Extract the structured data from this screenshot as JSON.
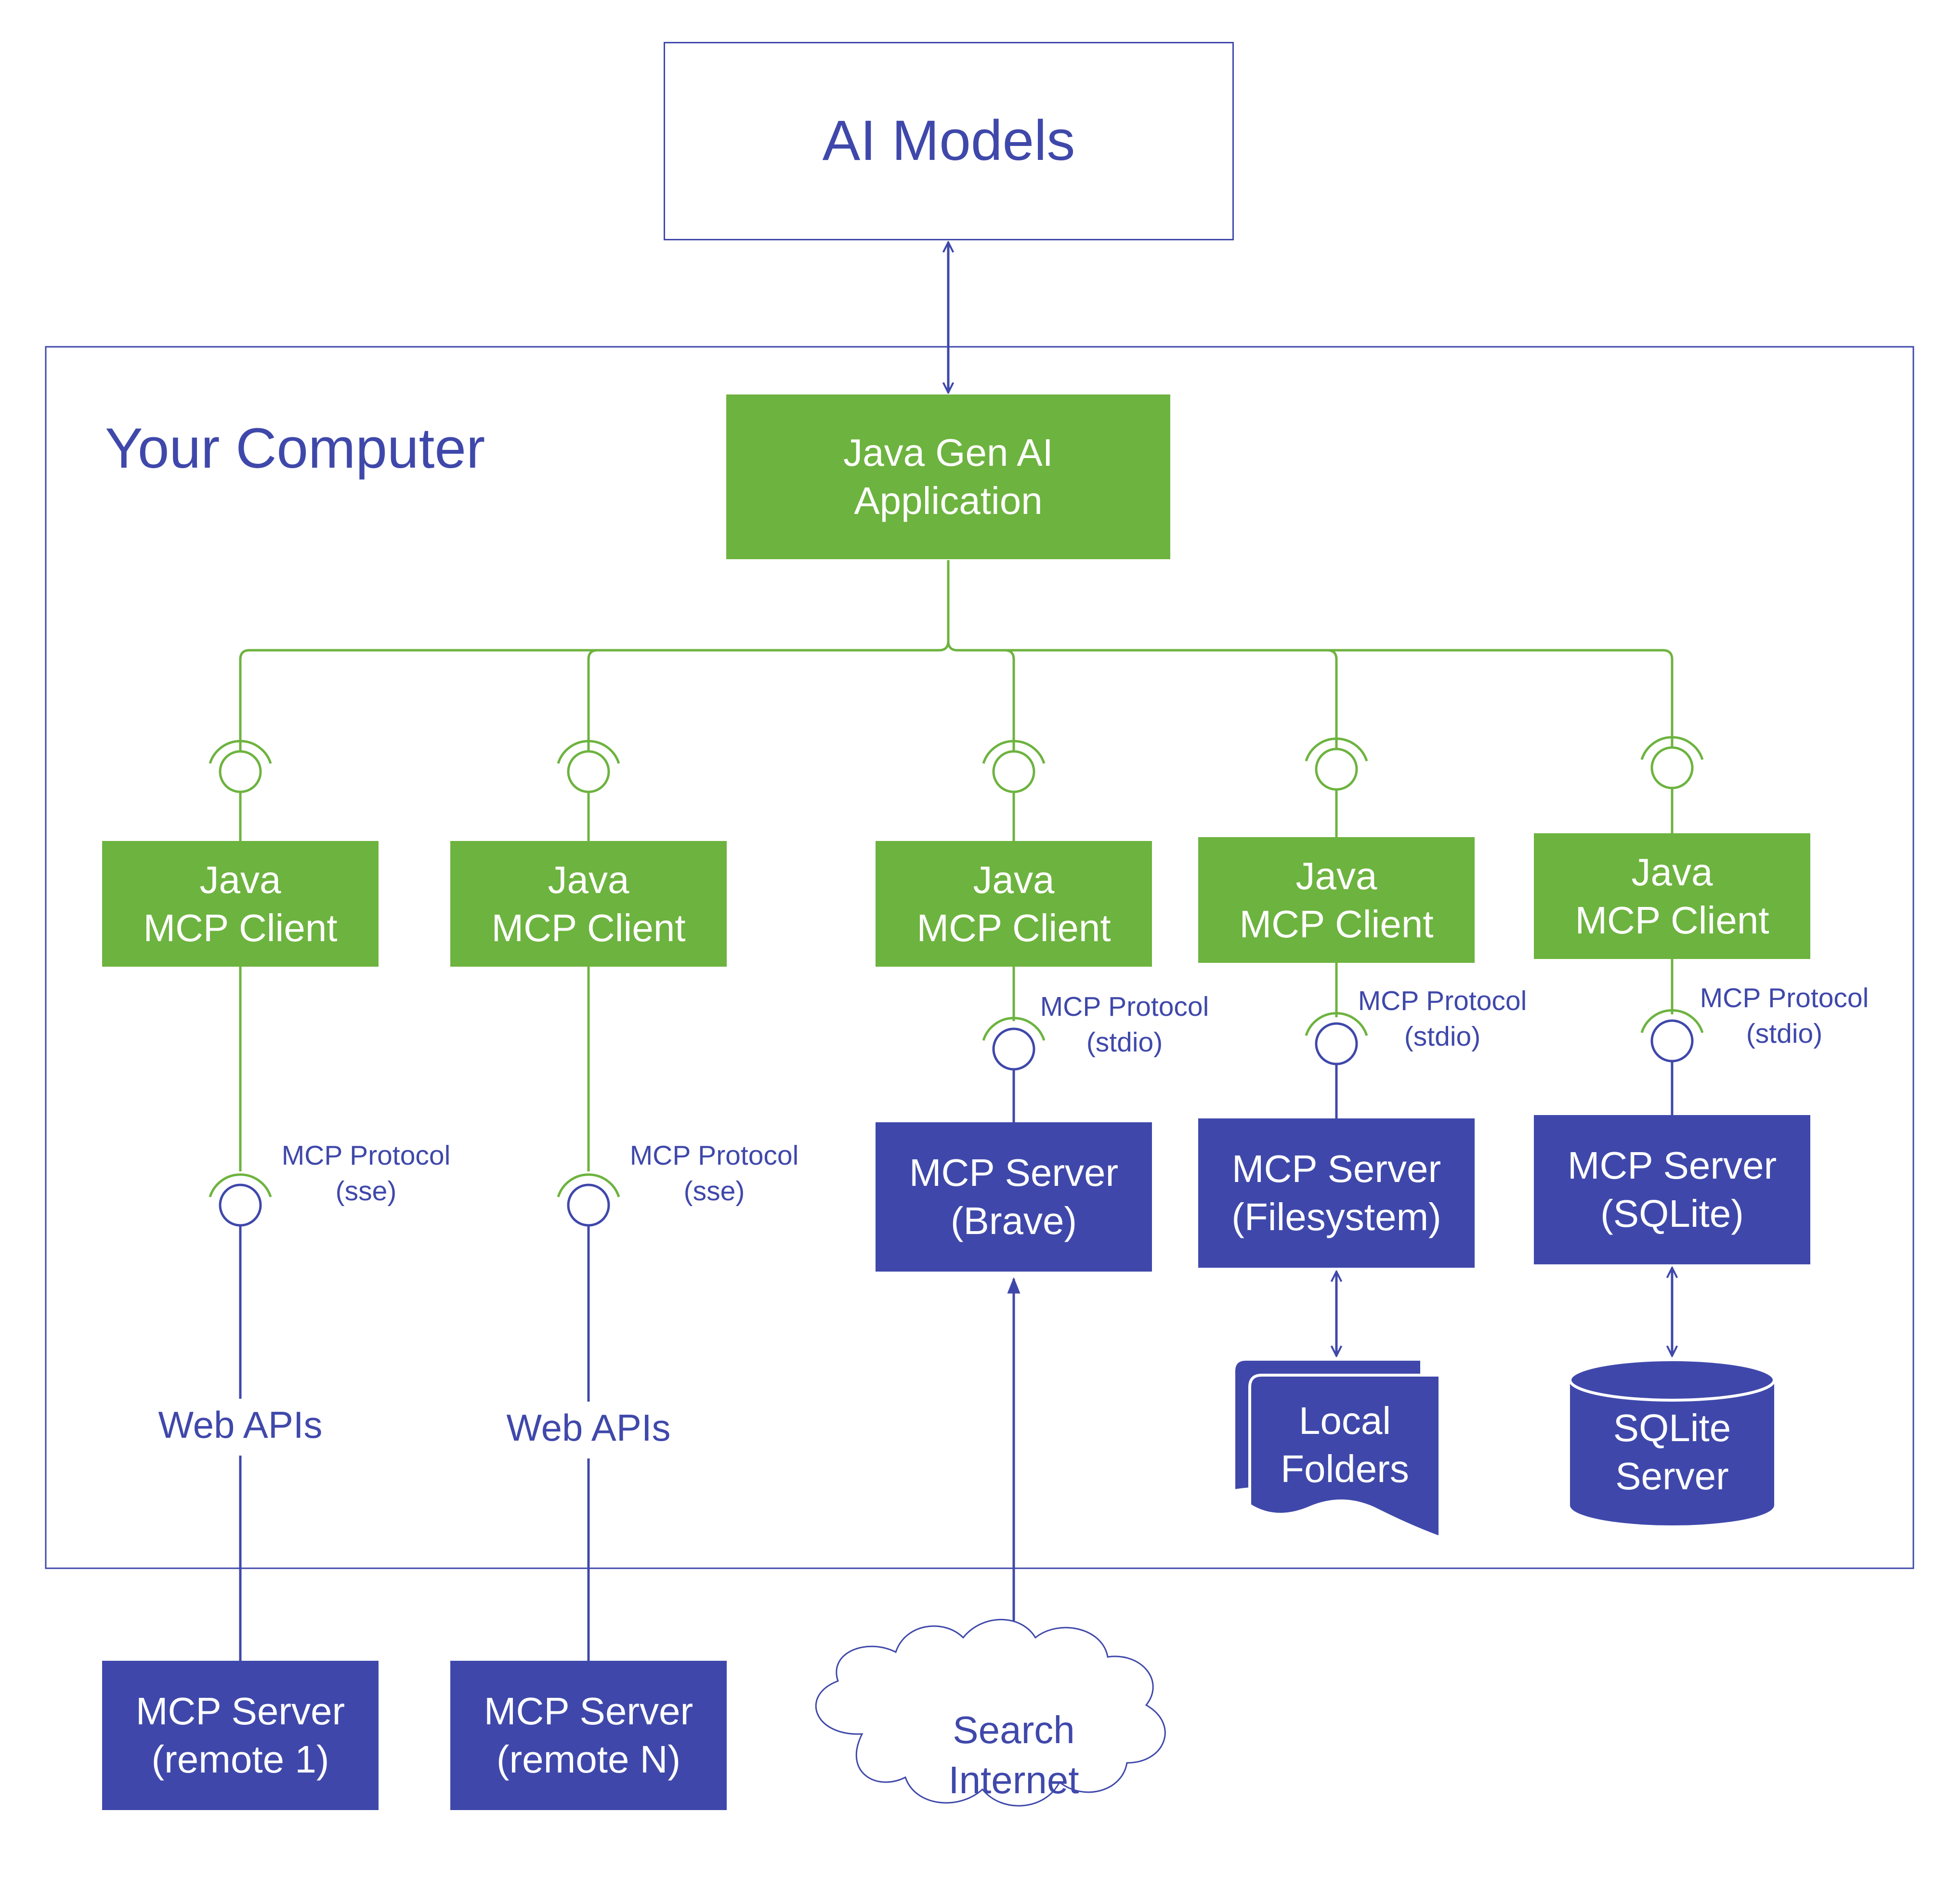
{
  "colors": {
    "accent_blue": "#3f48aa",
    "accent_green": "#6db33f",
    "background": "#ffffff"
  },
  "ai_models": {
    "title": "AI Models"
  },
  "computer": {
    "title": "Your Computer"
  },
  "app": {
    "line1": "Java Gen AI",
    "line2": "Application"
  },
  "clients": [
    {
      "line1": "Java",
      "line2": "MCP Client"
    },
    {
      "line1": "Java",
      "line2": "MCP Client"
    },
    {
      "line1": "Java",
      "line2": "MCP Client"
    },
    {
      "line1": "Java",
      "line2": "MCP Client"
    },
    {
      "line1": "Java",
      "line2": "MCP Client"
    }
  ],
  "protocols": [
    {
      "line1": "MCP Protocol",
      "line2": "(sse)"
    },
    {
      "line1": "MCP Protocol",
      "line2": "(sse)"
    },
    {
      "line1": "MCP Protocol",
      "line2": "(stdio)"
    },
    {
      "line1": "MCP Protocol",
      "line2": "(stdio)"
    },
    {
      "line1": "MCP Protocol",
      "line2": "(stdio)"
    }
  ],
  "web_apis": [
    {
      "label": "Web APIs"
    },
    {
      "label": "Web APIs"
    }
  ],
  "local_servers": [
    {
      "line1": "MCP Server",
      "line2": "(Brave)"
    },
    {
      "line1": "MCP Server",
      "line2": "(Filesystem)"
    },
    {
      "line1": "MCP Server",
      "line2": "(SQLite)"
    }
  ],
  "remote_servers": [
    {
      "line1": "MCP Server",
      "line2": "(remote 1)"
    },
    {
      "line1": "MCP Server",
      "line2": "(remote N)"
    }
  ],
  "folders": {
    "line1": "Local",
    "line2": "Folders"
  },
  "sqlite": {
    "line1": "SQLite",
    "line2": "Server"
  },
  "internet": {
    "line1": "Search",
    "line2": "Internet"
  }
}
